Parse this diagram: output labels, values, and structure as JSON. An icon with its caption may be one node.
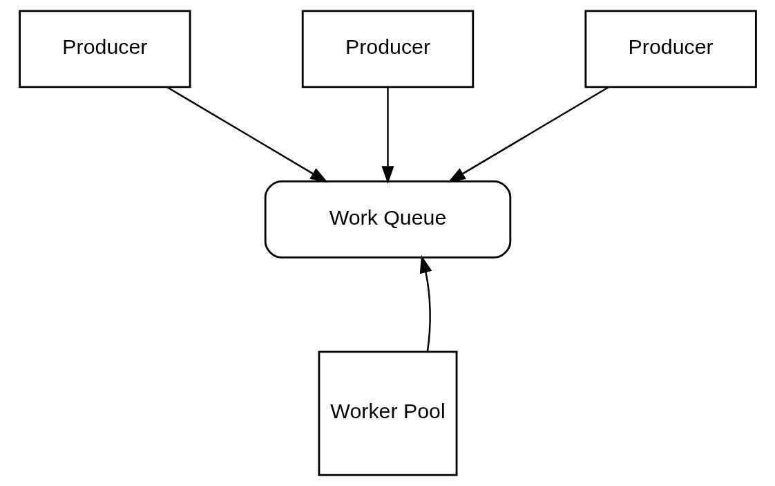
{
  "diagram": {
    "nodes": [
      {
        "text": [
          "Producer"
        ]
      },
      {
        "text": [
          "Producer"
        ]
      },
      {
        "text": [
          "Producer"
        ]
      },
      {
        "text": [
          "Work Queue"
        ]
      },
      {
        "text": [
          "Worker Pool"
        ]
      }
    ],
    "edges": [
      {
        "from": 0,
        "to": 3,
        "arrow": "to"
      },
      {
        "from": 1,
        "to": 3,
        "arrow": "to"
      },
      {
        "from": 2,
        "to": 3,
        "arrow": "to"
      },
      {
        "from": 4,
        "to": 3,
        "arrow": "to"
      }
    ]
  }
}
